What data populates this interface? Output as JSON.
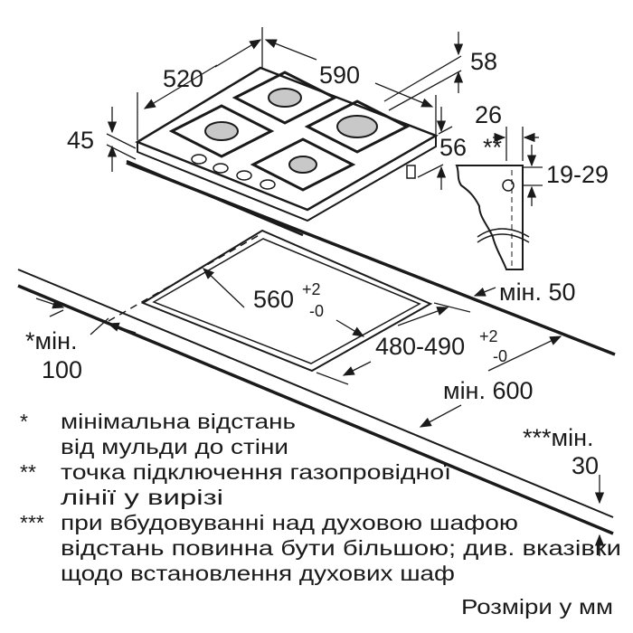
{
  "hob": {
    "depth": "520",
    "width": "590",
    "glass_height": "58",
    "thickness": "45",
    "foot_height": "56"
  },
  "connection_detail": {
    "offset": "26",
    "marker": "**",
    "height_range": "19-29"
  },
  "cutout": {
    "width": "560",
    "width_tol_plus": "+2",
    "width_tol_minus": "-0",
    "depth": "480-490",
    "depth_tol_plus": "+2",
    "depth_tol_minus": "-0"
  },
  "clearances": {
    "rear": "мін. 50",
    "side_prefix": "*мін.",
    "side_value": "100",
    "worktop_depth": "мін. 600",
    "below_prefix": "***мін.",
    "below_value": "30"
  },
  "notes": [
    {
      "marker": "*",
      "lines": [
        "мінімальна відстань",
        "від мульди до стіни"
      ]
    },
    {
      "marker": "**",
      "lines": [
        "точка підключення газопровідної",
        "лінії у вирізі"
      ]
    },
    {
      "marker": "***",
      "lines": [
        "при вбудовуванні над духовою шафою",
        "відстань повинна бути більшою; див. вказівки",
        "щодо встановлення духових шаф"
      ]
    }
  ],
  "units_note": "Розміри у мм"
}
